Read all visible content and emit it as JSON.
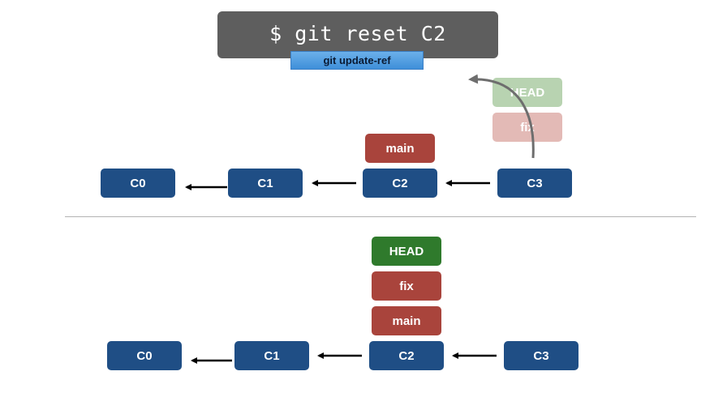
{
  "command": "$ git reset C2",
  "subcommand": "git update-ref",
  "before": {
    "commits": [
      "C0",
      "C1",
      "C2",
      "C3"
    ],
    "branch_main": "main",
    "ghost_head": "HEAD",
    "ghost_fix": "fix"
  },
  "after": {
    "commits": [
      "C0",
      "C1",
      "C2",
      "C3"
    ],
    "head": "HEAD",
    "branch_fix": "fix",
    "branch_main": "main"
  },
  "colors": {
    "commit": "#1f4e85",
    "branch": "#a9443c",
    "head": "#2f7a2c",
    "command_bg": "#5e5e5e",
    "subcommand_bg": "#4a9be0"
  }
}
